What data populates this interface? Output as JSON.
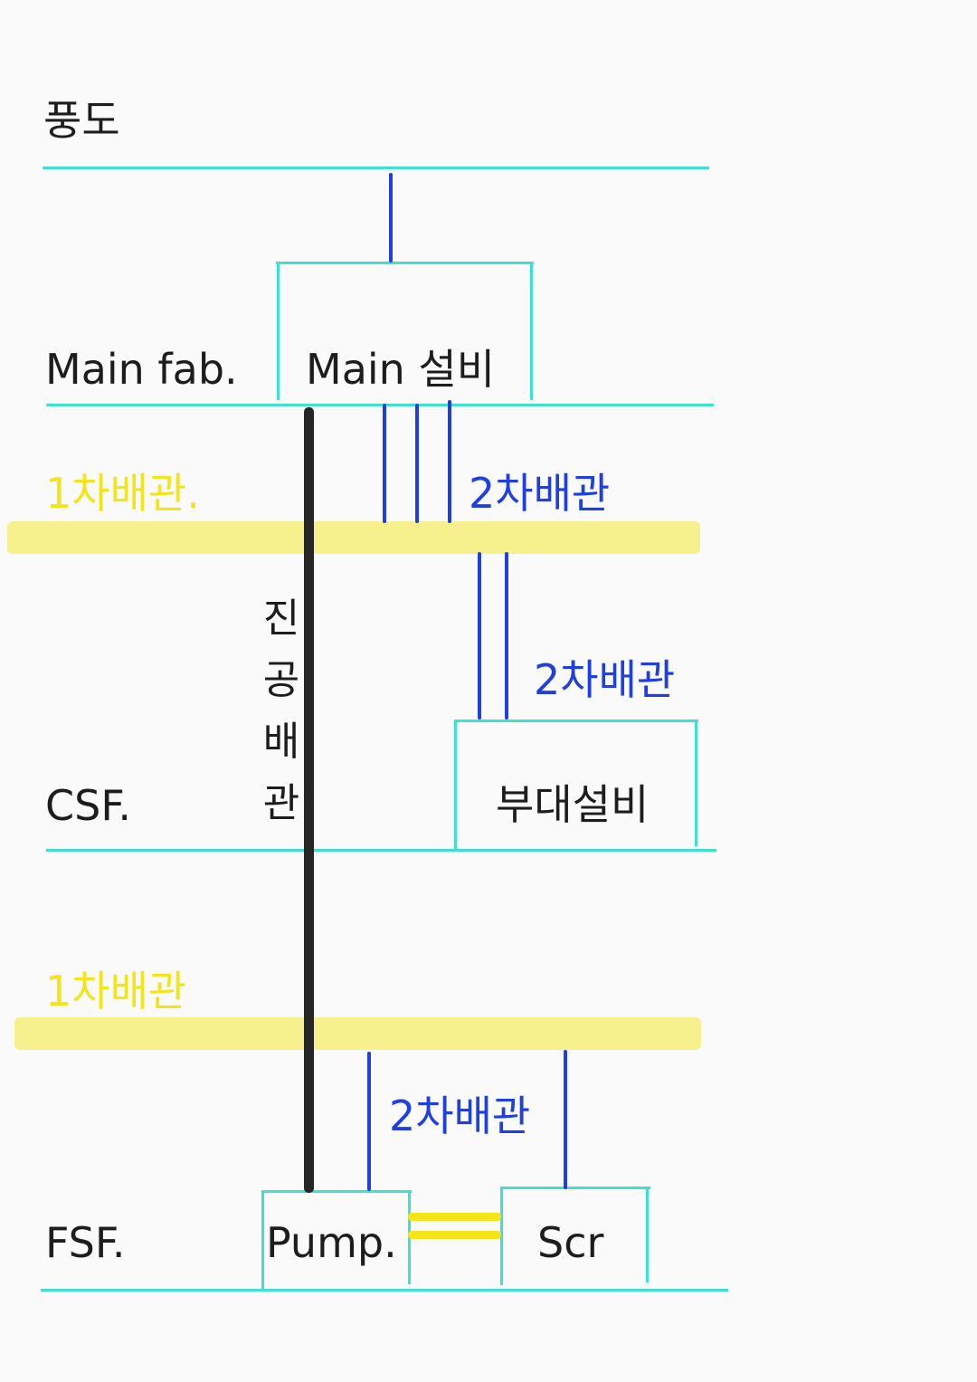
{
  "floors": {
    "duct": "풍도",
    "main_fab": "Main fab.",
    "csf": "CSF.",
    "fsf": "FSF."
  },
  "equipment": {
    "main": "Main 설비",
    "auxiliary": "부대설비",
    "pump": "Pump.",
    "scrubber": "Scr"
  },
  "piping": {
    "primary_upper": "1차배관.",
    "primary_lower": "1차배관",
    "secondary_1": "2차배관",
    "secondary_2": "2차배관",
    "secondary_3": "2차배관",
    "vacuum": [
      "진",
      "공",
      "배",
      "관"
    ]
  },
  "colors": {
    "floor_line": "#3ee0d0",
    "secondary_pipe": "#1f3fe0",
    "vacuum_pipe": "#262626",
    "primary_band": "#f5ee78"
  }
}
